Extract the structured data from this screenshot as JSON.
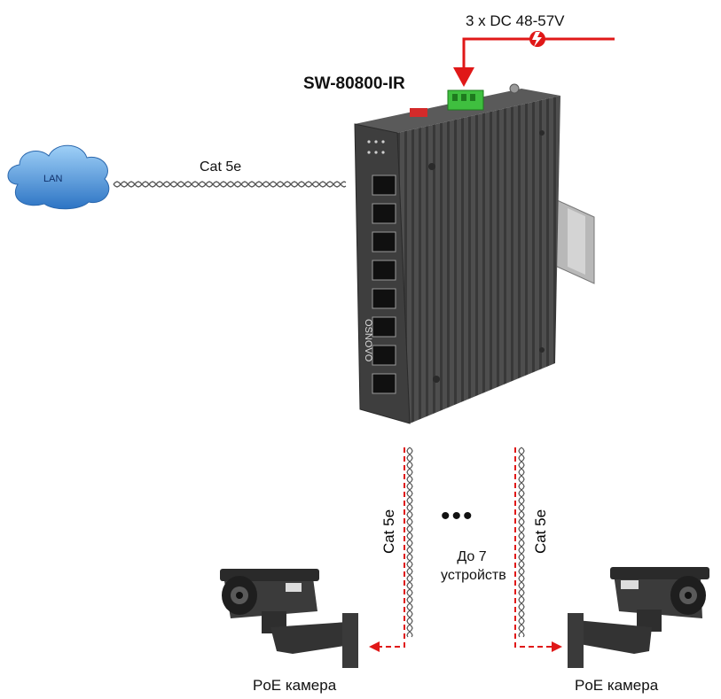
{
  "power": {
    "label": "3 x DC 48-57V",
    "line_color": "#e01818"
  },
  "switch": {
    "model": "SW-80800-IR",
    "brand_text": "OSNOVO",
    "body_color": "#4b4b4b"
  },
  "lan": {
    "cloud_label": "LAN",
    "cable_label": "Cat 5e",
    "cloud_color": "#3f8fd6"
  },
  "downlinks": {
    "left_cable_label": "Cat 5e",
    "right_cable_label": "Cat 5e",
    "ellipsis": "•••",
    "count_line1": "До 7",
    "count_line2": "устройств"
  },
  "cameras": {
    "left_label": "PoE камера",
    "right_label": "PoE камера"
  }
}
